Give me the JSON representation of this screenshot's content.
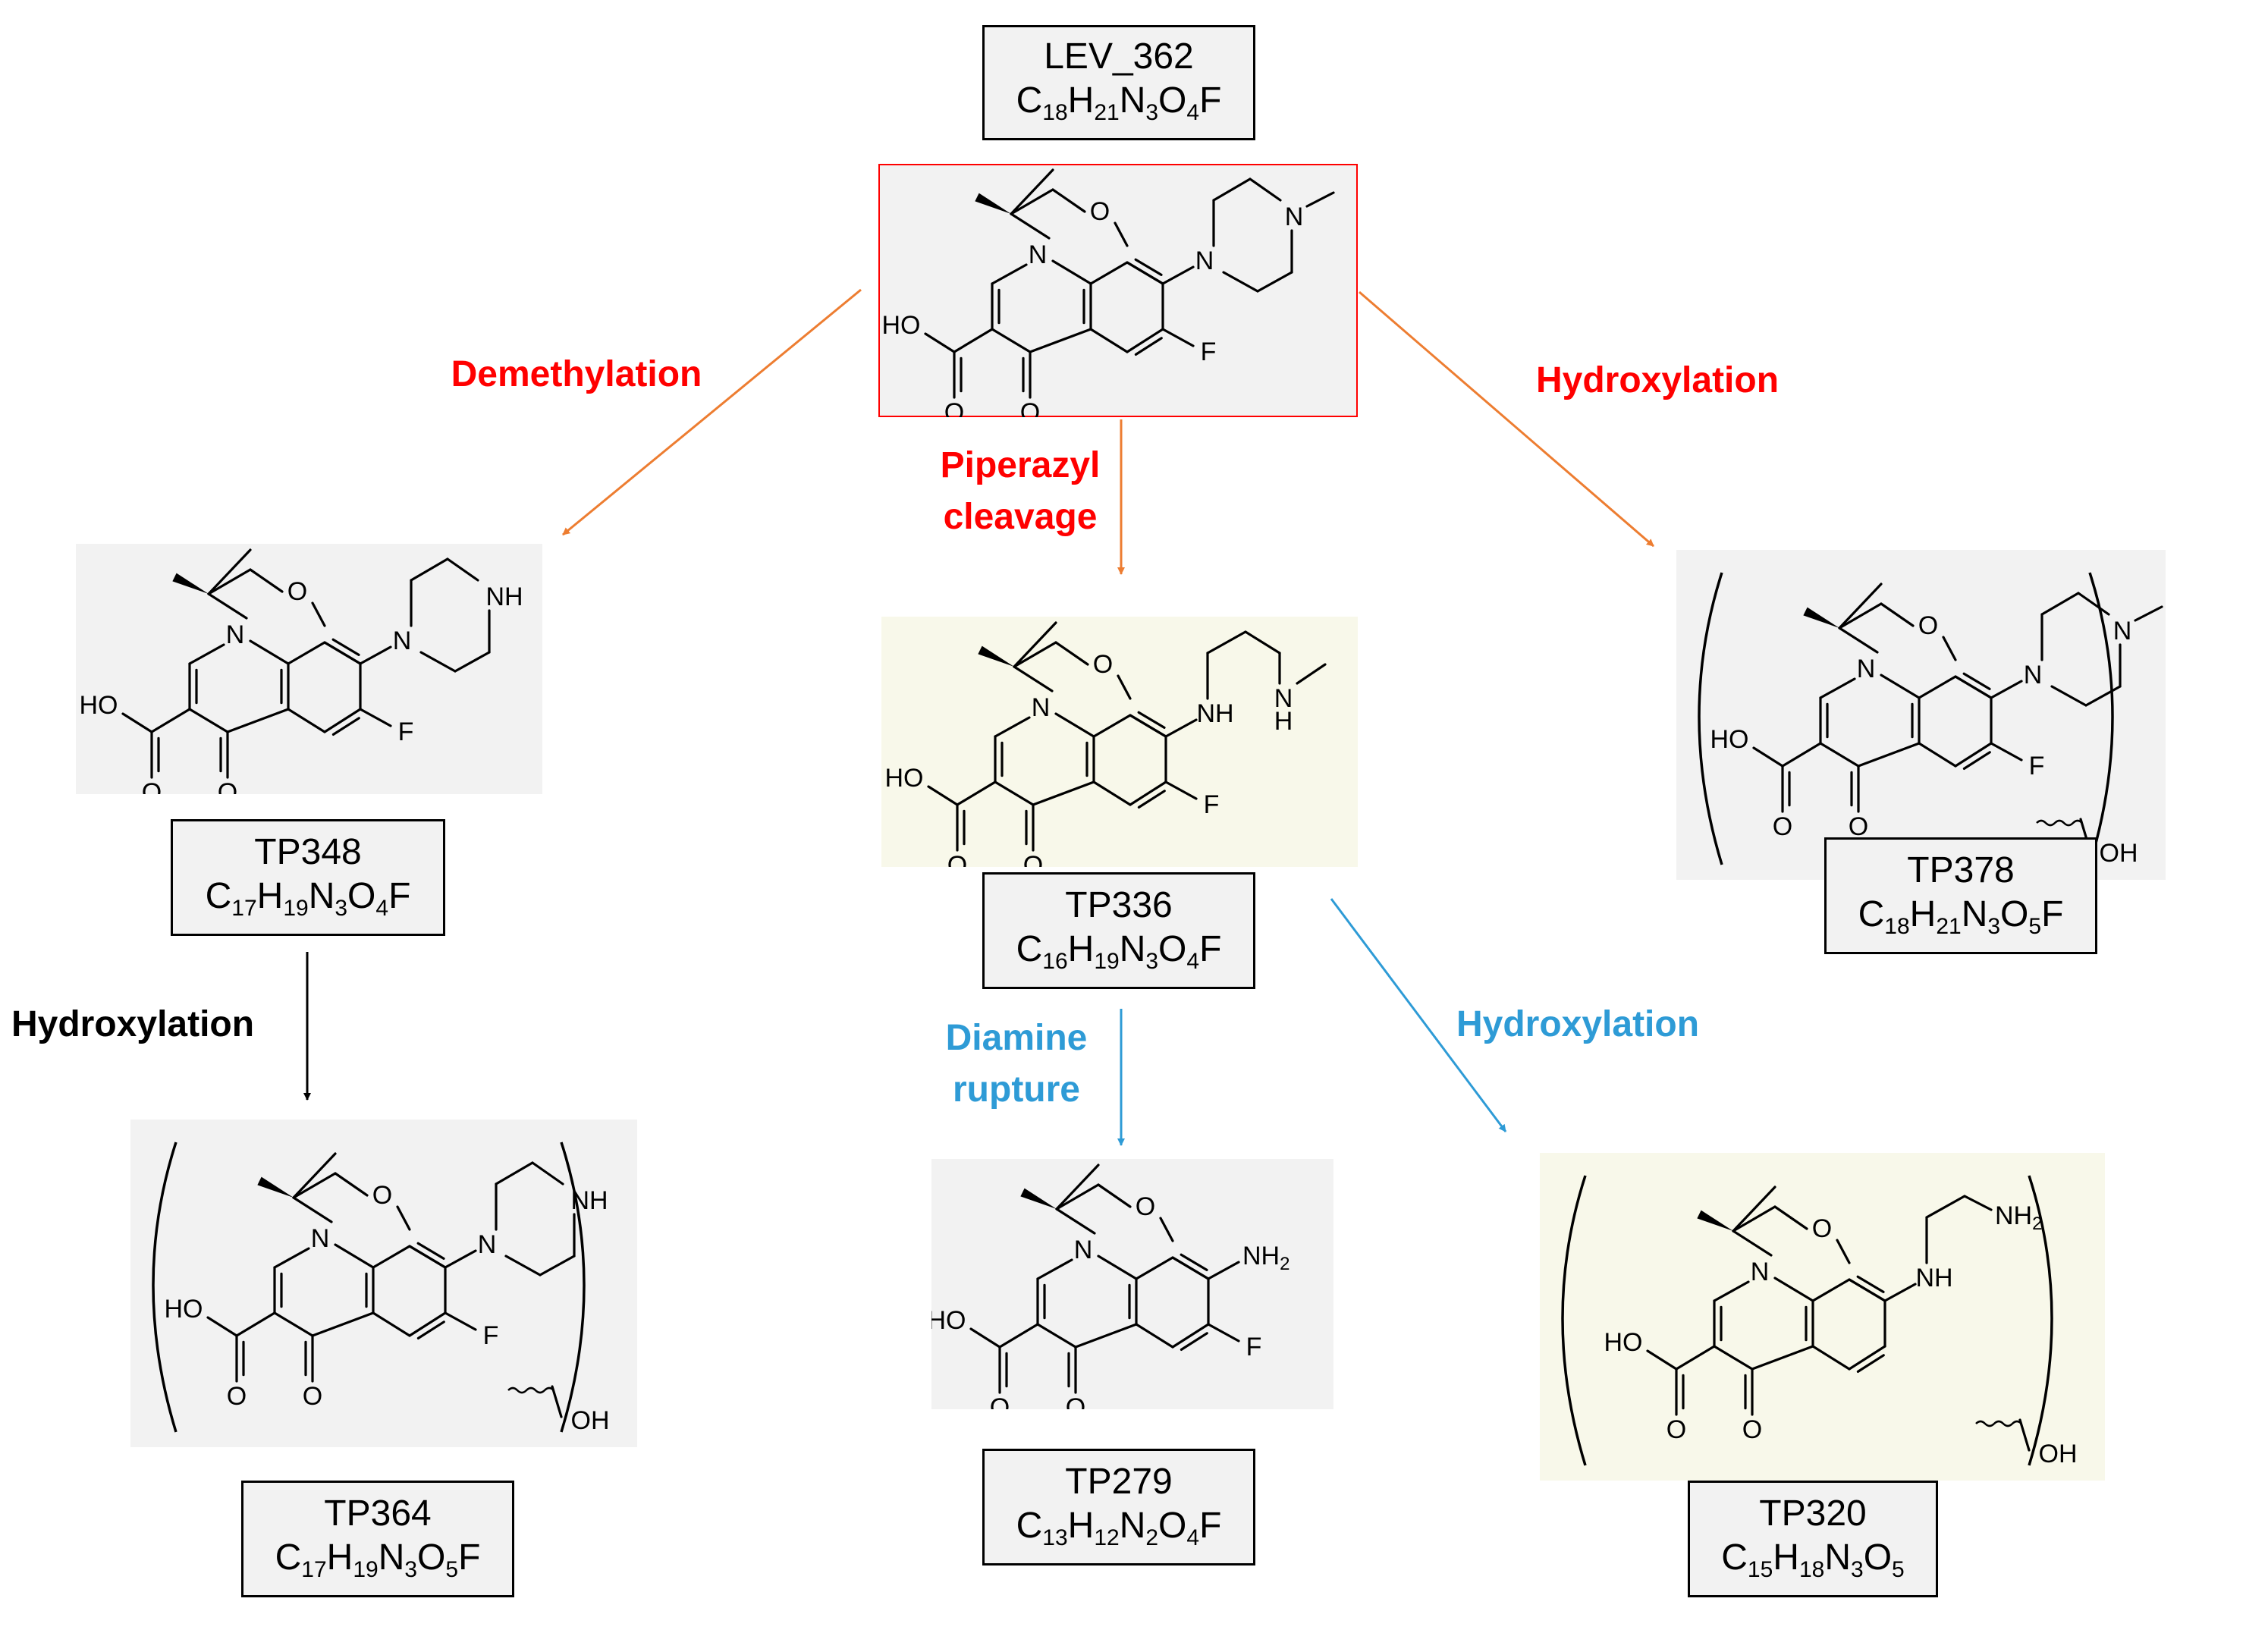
{
  "compounds": [
    {
      "id": "lev",
      "name": "LEV_362",
      "formula": [
        [
          "C",
          "18"
        ],
        [
          "H",
          "21"
        ],
        [
          "N",
          "3"
        ],
        [
          "O",
          "4"
        ],
        [
          "F",
          ""
        ]
      ]
    },
    {
      "id": "tp348",
      "name": "TP348",
      "formula": [
        [
          "C",
          "17"
        ],
        [
          "H",
          "19"
        ],
        [
          "N",
          "3"
        ],
        [
          "O",
          "4"
        ],
        [
          "F",
          ""
        ]
      ]
    },
    {
      "id": "tp336",
      "name": "TP336",
      "formula": [
        [
          "C",
          "16"
        ],
        [
          "H",
          "19"
        ],
        [
          "N",
          "3"
        ],
        [
          "O",
          "4"
        ],
        [
          "F",
          ""
        ]
      ]
    },
    {
      "id": "tp378",
      "name": "TP378",
      "formula": [
        [
          "C",
          "18"
        ],
        [
          "H",
          "21"
        ],
        [
          "N",
          "3"
        ],
        [
          "O",
          "5"
        ],
        [
          "F",
          ""
        ]
      ]
    },
    {
      "id": "tp364",
      "name": "TP364",
      "formula": [
        [
          "C",
          "17"
        ],
        [
          "H",
          "19"
        ],
        [
          "N",
          "3"
        ],
        [
          "O",
          "5"
        ],
        [
          "F",
          ""
        ]
      ]
    },
    {
      "id": "tp279",
      "name": "TP279",
      "formula": [
        [
          "C",
          "13"
        ],
        [
          "H",
          "12"
        ],
        [
          "N",
          "2"
        ],
        [
          "O",
          "4"
        ],
        [
          "F",
          ""
        ]
      ]
    },
    {
      "id": "tp320",
      "name": "TP320",
      "formula": [
        [
          "C",
          "15"
        ],
        [
          "H",
          "18"
        ],
        [
          "N",
          "3"
        ],
        [
          "O",
          "5"
        ]
      ]
    }
  ],
  "steps": {
    "demethylation": "Demethylation",
    "hydroxylation_right": "Hydroxylation",
    "piperazyl_1": "Piperazyl",
    "piperazyl_2": "cleavage",
    "hydroxylation_left": "Hydroxylation",
    "diamine_1": "Diamine",
    "diamine_2": "rupture",
    "hydroxylation_blue": "Hydroxylation"
  },
  "atoms": {
    "O": "O",
    "N": "N",
    "F": "F",
    "HO": "HO",
    "NH": "NH",
    "H": "H",
    "NH2": "NH",
    "OH": "OH",
    "sub2": "2"
  },
  "colors": {
    "orange_arrow": "#ed7d31",
    "blue_arrow": "#2e9bd6",
    "black_arrow": "#000000",
    "red_text": "#ff0000",
    "blue_text": "#2e9bd6",
    "highlight_border": "#ff0000",
    "gray_bg": "#f2f2f2",
    "cream_bg": "#f8f8ea"
  }
}
